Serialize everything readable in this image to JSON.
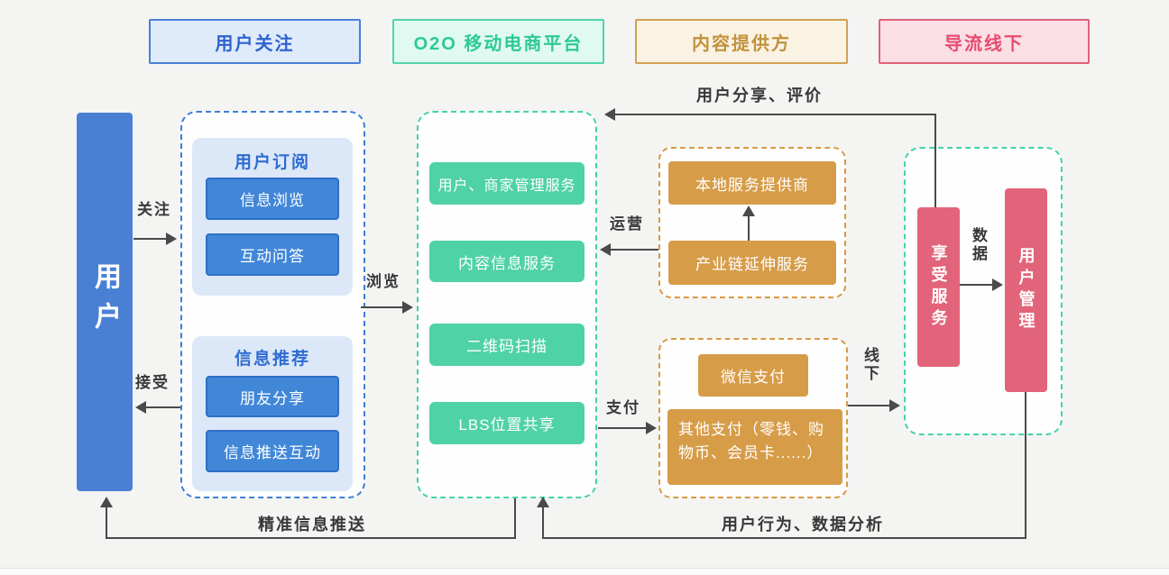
{
  "colors": {
    "blue": "#4a80d4",
    "blue_dark": "#2e6fc8",
    "blue_panel": "#dce8f8",
    "teal": "#4fd2a5",
    "orange": "#d79c48",
    "pink": "#e2647a",
    "arrow": "#4a4a4a",
    "background": "#f4f4f2"
  },
  "legend": {
    "user_follow": "用户关注",
    "platform": "O2O 移动电商平台",
    "content_provider": "内容提供方",
    "offline": "导流线下"
  },
  "user": {
    "label": "用户"
  },
  "subscribe": {
    "title": "用户订阅",
    "items": [
      "信息浏览",
      "互动问答"
    ]
  },
  "recommend": {
    "title": "信息推荐",
    "items": [
      "朋友分享",
      "信息推送互动"
    ]
  },
  "platform": {
    "items": [
      "用户、商家管理服务",
      "内容信息服务",
      "二维码扫描",
      "LBS位置共享"
    ]
  },
  "provider": {
    "local": "本地服务提供商",
    "chain": "产业链延伸服务"
  },
  "payment": {
    "wechat": "微信支付",
    "other": "其他支付（零钱、购物币、会员卡......）"
  },
  "offline_zone": {
    "enjoy": "享受服务",
    "manage": "用户管理"
  },
  "labels": {
    "follow": "关注",
    "accept": "接受",
    "browse": "浏览",
    "operate": "运营",
    "pay": "支付",
    "offline": "线下",
    "data": "数据",
    "share": "用户分享、评价",
    "push": "精准信息推送",
    "analysis": "用户行为、数据分析"
  }
}
